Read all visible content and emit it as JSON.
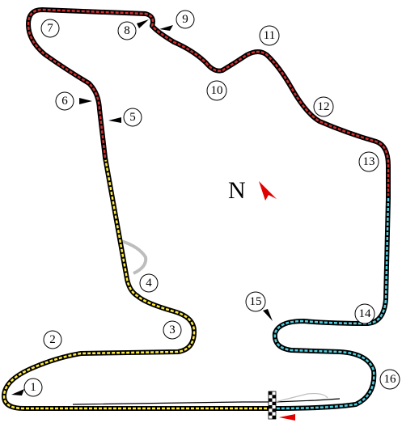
{
  "colors": {
    "track_outline": "#000000",
    "sector1": "#ffeb3b",
    "sector2": "#d32f2f",
    "sector3": "#4dd0e1",
    "runoff": "#bdbdbd",
    "north_arrow": "#e00000",
    "pit_marker": "#e00000"
  },
  "compass": {
    "label": "N",
    "icon": "north-arrow-icon"
  },
  "turns": [
    "1",
    "2",
    "3",
    "4",
    "5",
    "6",
    "7",
    "8",
    "9",
    "10",
    "11",
    "12",
    "13",
    "14",
    "15",
    "16"
  ],
  "start_finish": {
    "icon": "checkered-flag-icon"
  }
}
